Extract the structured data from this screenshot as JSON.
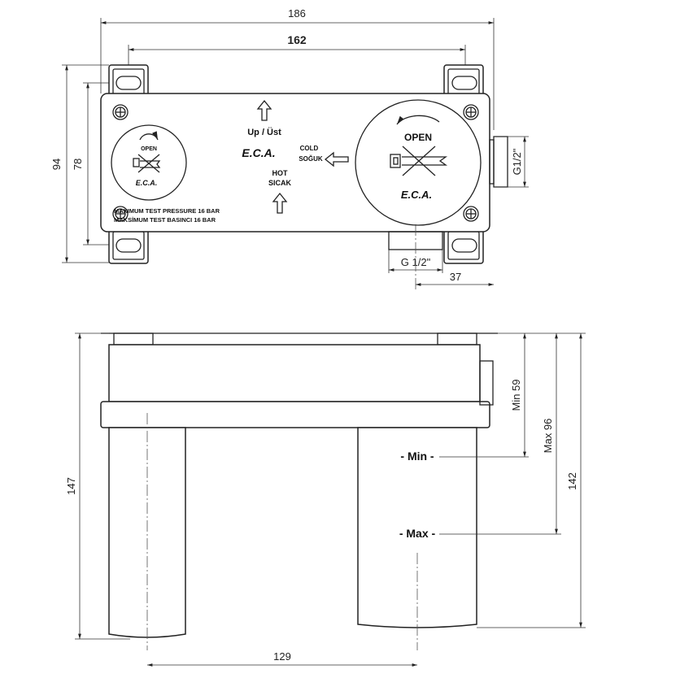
{
  "dimensions": {
    "overall_width": "186",
    "mount_spacing": "162",
    "overall_height": "94",
    "inner_height": "78",
    "outlet_thread_bottom": "G 1/2\"",
    "outlet_offset": "37",
    "outlet_thread_side": "G1/2\"",
    "side_depth": "147",
    "overall_depth": "142",
    "max_depth": "Max 96",
    "min_depth": "Min 59",
    "center_distance": "129"
  },
  "front_view": {
    "up_label": "Up / Üst",
    "hot_label": "HOT",
    "hot_label_tr": "SICAK",
    "cold_label": "COLD",
    "cold_label_tr": "SOĞUK",
    "brand": "E.C.A.",
    "open_label_large": "OPEN",
    "open_label_small": "OPEN",
    "pressure_en": "MAXIMUM TEST PRESSURE 16 BAR",
    "pressure_tr": "MAKSİMUM TEST BASINCI 16 BAR"
  },
  "side_view": {
    "min_label": "- Min -",
    "max_label": "- Max -"
  }
}
